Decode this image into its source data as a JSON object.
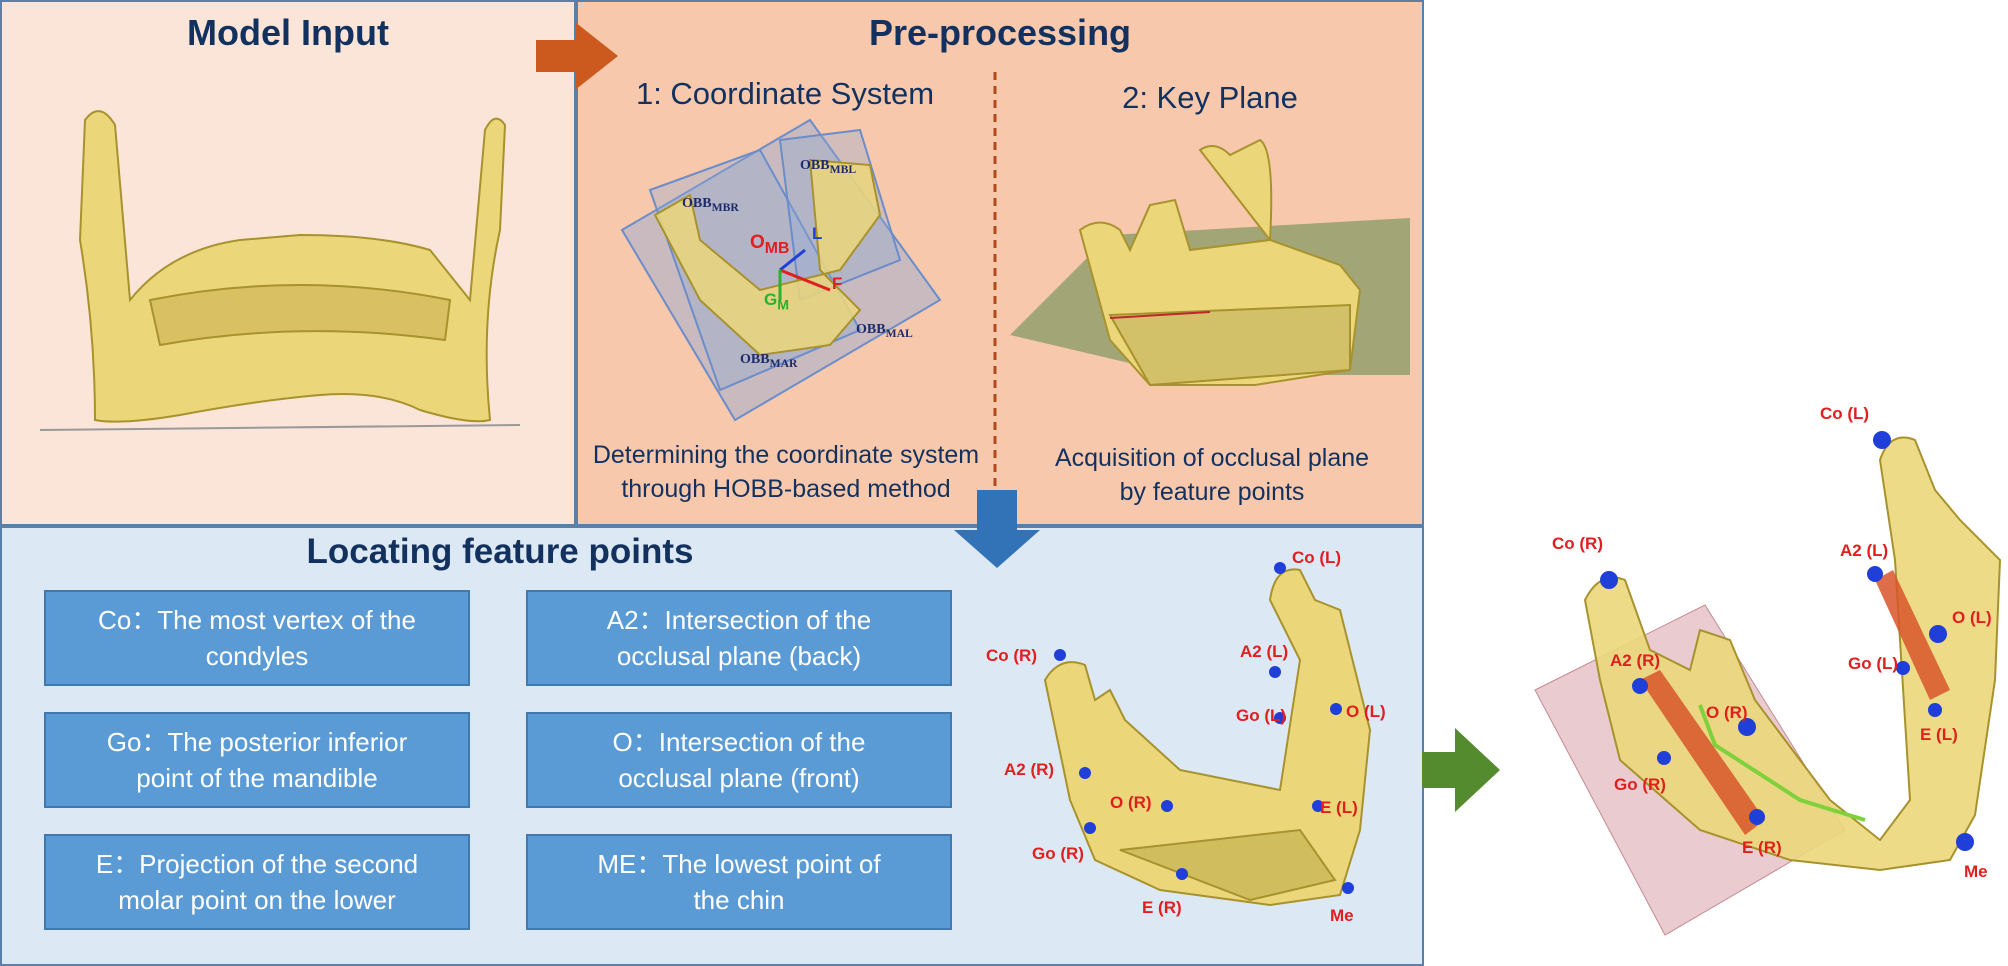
{
  "panels": {
    "input": {
      "title": "Model Input"
    },
    "preprocessing": {
      "title": "Pre-processing",
      "step1": {
        "title": "1: Coordinate System",
        "caption_line1": "Determining the coordinate system",
        "caption_line2": "through HOBB-based method"
      },
      "step2": {
        "title": "2: Key Plane",
        "caption_line1": "Acquisition of occlusal plane",
        "caption_line2": "by feature points"
      },
      "obb_labels": {
        "mbr": "OBB",
        "mbr_sub": "MBR",
        "mbl": "OBB",
        "mbl_sub": "MBL",
        "mal": "OBB",
        "mal_sub": "MAL",
        "mar": "OBB",
        "mar_sub": "MAR"
      },
      "axis_labels": {
        "origin": "O",
        "origin_sub": "MB",
        "l": "L",
        "f": "F",
        "g": "G",
        "g_sub": "M"
      }
    },
    "locating": {
      "title": "Locating feature points",
      "definitions": [
        {
          "line1": "Co：The most vertex of the",
          "line2": "condyles"
        },
        {
          "line1": "A2：Intersection of the",
          "line2": "occlusal plane (back)"
        },
        {
          "line1": "Go：The posterior inferior",
          "line2": "point of the mandible"
        },
        {
          "line1": "O：Intersection of the",
          "line2": "occlusal plane (front)"
        },
        {
          "line1": "E：Projection of the second",
          "line2": "molar point on the lower"
        },
        {
          "line1": "ME：The lowest point of",
          "line2": "the chin"
        }
      ],
      "points": {
        "co_l": "Co (L)",
        "co_r": "Co (R)",
        "a2_l": "A2 (L)",
        "go_l": "Go (L)",
        "o_l": "O (L)",
        "a2_r": "A2 (R)",
        "o_r": "O (R)",
        "e_l": "E (L)",
        "go_r": "Go (R)",
        "e_r": "E (R)",
        "me": "Me"
      }
    },
    "result": {
      "points": {
        "co_l": "Co (L)",
        "co_r": "Co (R)",
        "a2_l": "A2 (L)",
        "o_l": "O (L)",
        "go_l": "Go (L)",
        "e_l": "E (L)",
        "a2_r": "A2 (R)",
        "o_r": "O (R)",
        "go_r": "Go (R)",
        "e_r": "E (R)",
        "me": "Me"
      }
    }
  },
  "colors": {
    "bone": "#ebd77a",
    "bone_shade": "#b8a242",
    "arrow_orange": "#cc5a1e",
    "arrow_blue": "#3273b8",
    "arrow_green": "#558b2f",
    "landmark": "#1f3fd8",
    "label_red": "#e01f1f"
  }
}
